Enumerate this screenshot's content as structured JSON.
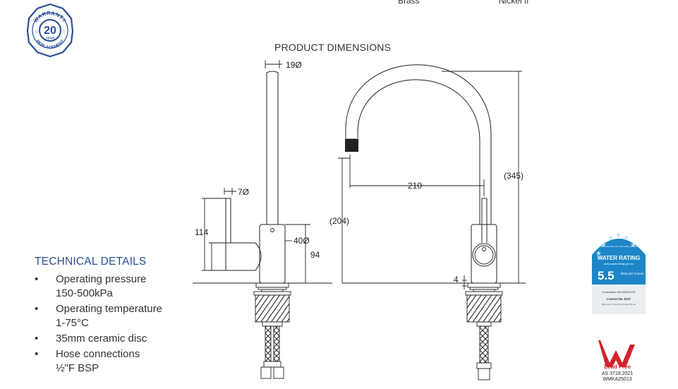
{
  "header_cut": {
    "left_text": "Brass",
    "right_text": "Nickel fi"
  },
  "warranty_badge": {
    "top_text": "WARRANTY",
    "years": "20",
    "unit": "YEAR",
    "bottom_text": "REPLACEMENT"
  },
  "dimensions": {
    "title": "PRODUCT DIMENSIONS",
    "side_view": {
      "spout_diameter": "19Ø",
      "handle_diameter": "7Ø",
      "body_diameter": "40Ø",
      "handle_height": "114",
      "body_height": "94"
    },
    "front_view": {
      "reach": "210",
      "spout_clearance": "(204)",
      "total_height": "(345)",
      "base_gap": "4"
    }
  },
  "technical": {
    "title": "TECHNICAL DETAILS",
    "bullet": "•",
    "items": [
      {
        "label": "Operating pressure",
        "value": "150-500kPa"
      },
      {
        "label": "Operating temperature",
        "value": "1-75°C"
      },
      {
        "label": "35mm ceramic disc",
        "value": ""
      },
      {
        "label": "Hose connections",
        "value": "½\"F BSP"
      }
    ]
  },
  "water_rating": {
    "star_note": "The more stars the more water efficient",
    "label": "WATER RATING",
    "website": "www.waterrating.gov.au",
    "value": "5.5",
    "unit": "litres per minute",
    "accordance": "In accordance with AS/NZS 6400",
    "licence": "Licence No. 8137",
    "company": "Bathroom Products Australia Pty Ltd",
    "colors": {
      "header": "#1d86c8",
      "body": "#e9eef3"
    }
  },
  "lead_free": {
    "label": "Lead Free",
    "standard": "AS 3718:2021",
    "code": "WMKA25013",
    "color": "#d2232a"
  }
}
